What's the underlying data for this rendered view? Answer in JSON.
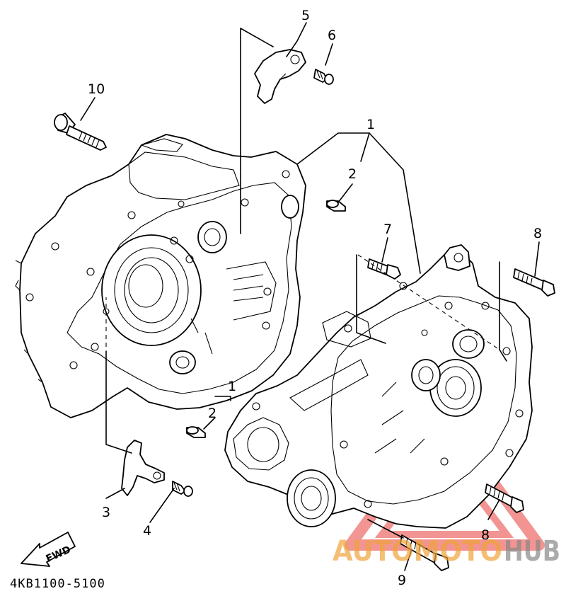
{
  "callouts": [
    "1",
    "2",
    "3",
    "4",
    "5",
    "6",
    "7",
    "8",
    "9",
    "10"
  ],
  "callout_1b": "1",
  "callout_2b": "2",
  "callout_8b": "8",
  "fwd_label": "FWD",
  "part_code": "4KB1100-5100",
  "watermark": {
    "part1": "AUTOMOTO",
    "part2": "HUB",
    "color_primary": "#f0a33a",
    "color_secondary": "#888888",
    "triangle_color": "#e8403a"
  }
}
